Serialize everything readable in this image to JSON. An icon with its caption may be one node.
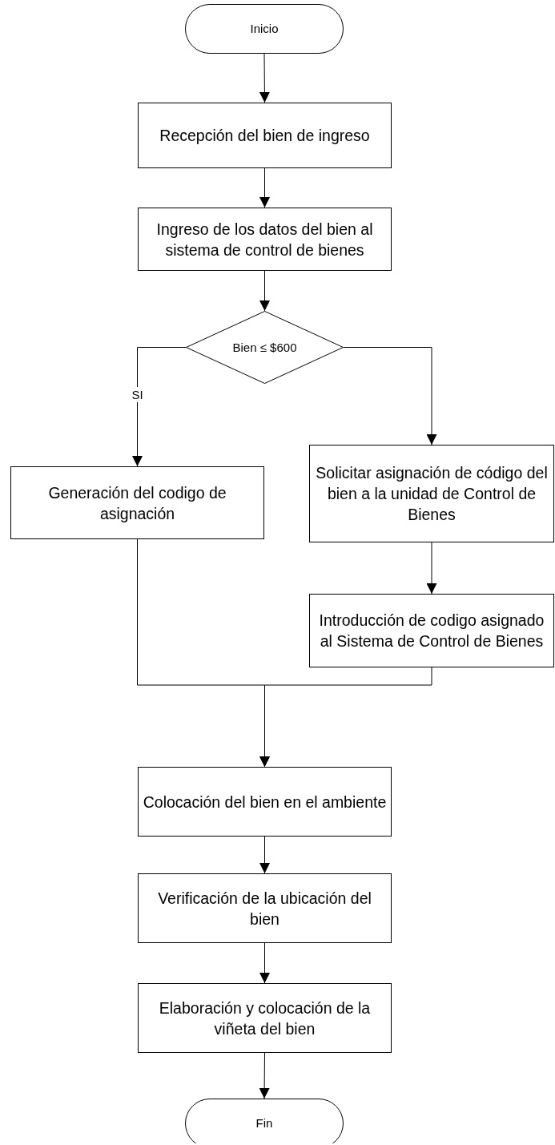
{
  "diagram": {
    "nodes": [
      {
        "text": [
          "Inicio"
        ]
      },
      {
        "text": [
          "Recepción del bien de ingreso"
        ]
      },
      {
        "text": [
          "Ingreso  de los datos del bien al sistema de control de bienes"
        ]
      },
      {
        "text": [
          "Bien ≤ $600"
        ]
      },
      {
        "text": [
          "Generación del codigo de asignación"
        ]
      },
      {
        "text": [
          "Solicitar asignación de código del bien a la unidad de Control de Bienes"
        ]
      },
      {
        "text": [
          "Introducción de codigo asignado al Sistema de Control de Bienes"
        ]
      },
      {
        "text": [
          "Colocación del bien en el ambiente"
        ]
      },
      {
        "text": [
          "Verificación de la ubicación del bien"
        ]
      },
      {
        "text": [
          "Elaboración y colocación de la viñeta del bien"
        ]
      },
      {
        "text": [
          "Fin"
        ]
      }
    ],
    "edges": [
      {
        "from": 0,
        "to": 1,
        "arrow": "to"
      },
      {
        "from": 1,
        "to": 2,
        "arrow": "to"
      },
      {
        "from": 2,
        "to": 3,
        "arrow": "to"
      },
      {
        "from": 3,
        "to": 4,
        "arrow": "to",
        "label": "SI"
      },
      {
        "from": 3,
        "to": 5,
        "arrow": "to"
      },
      {
        "from": 5,
        "to": 6,
        "arrow": "to"
      },
      {
        "from": 4,
        "to": 7,
        "arrow": "to"
      },
      {
        "from": 6,
        "to": 7,
        "arrow": "to"
      },
      {
        "from": 7,
        "to": 8,
        "arrow": "to"
      },
      {
        "from": 8,
        "to": 9,
        "arrow": "to"
      },
      {
        "from": 9,
        "to": 10,
        "arrow": "to"
      }
    ]
  }
}
